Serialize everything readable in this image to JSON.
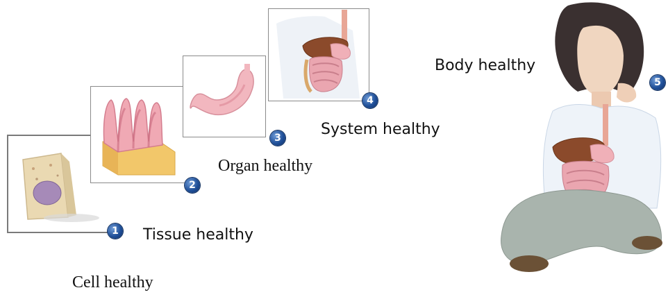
{
  "levels": [
    {
      "number": "1",
      "label": "Cell healthy",
      "icon": "cell-icon"
    },
    {
      "number": "2",
      "label": "Tissue healthy",
      "icon": "tissue-icon"
    },
    {
      "number": "3",
      "label": "Organ healthy",
      "icon": "stomach-icon"
    },
    {
      "number": "4",
      "label": "System healthy",
      "icon": "digestive-system-icon"
    },
    {
      "number": "5",
      "label": "Body healthy",
      "icon": "person-icon"
    }
  ],
  "colors": {
    "badge": "#1f4f98",
    "frame": "#8a8a8a",
    "tissue_pink": "#f0a9b4",
    "tissue_yellow": "#f2c76a",
    "stomach": "#f2b7bf",
    "liver": "#8b4a2b",
    "shirt": "#eef3f9",
    "pants": "#a9b4ad"
  }
}
